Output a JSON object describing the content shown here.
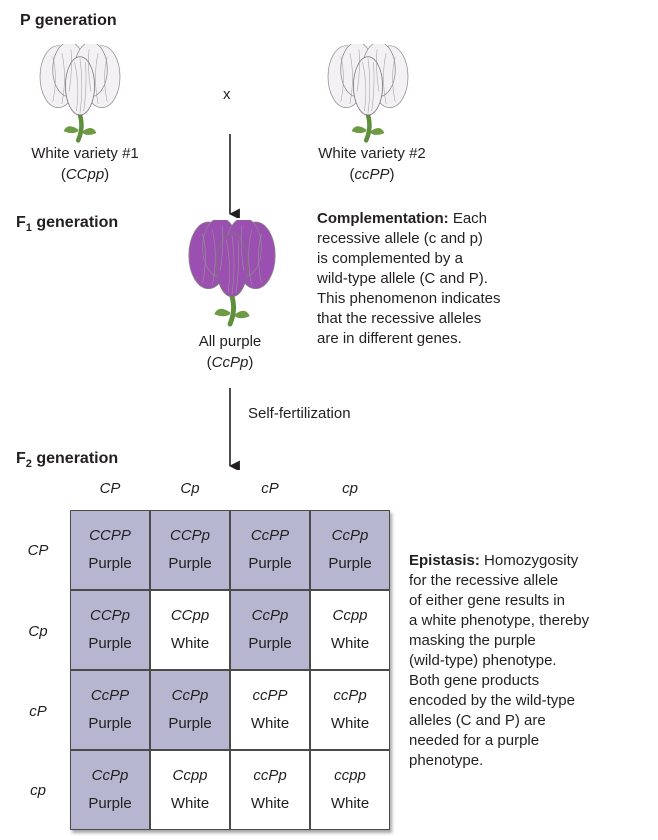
{
  "generations": {
    "p": {
      "label": "P generation"
    },
    "f1": {
      "prefix": "F",
      "sub": "1",
      "suffix": " generation"
    },
    "f2": {
      "prefix": "F",
      "sub": "2",
      "suffix": " generation"
    }
  },
  "cross_symbol": "x",
  "parents": [
    {
      "name": "White variety #1",
      "genotype": "CCpp"
    },
    {
      "name": "White variety #2",
      "genotype": "ccPP"
    }
  ],
  "f1_offspring": {
    "name": "All purple",
    "genotype": "CcPp"
  },
  "self_fertilization": "Self-fertilization",
  "complementation": {
    "title": "Complementation:",
    "lines": [
      " Each",
      "recessive allele (c and p)",
      "is complemented by a",
      "wild-type allele (C and P).",
      "This phenomenon indicates",
      "that the recessive alleles",
      "are in different genes."
    ]
  },
  "epistasis": {
    "title": "Epistasis:",
    "lines": [
      " Homozygosity",
      "for the recessive allele",
      "of either gene results in",
      "a white phenotype, thereby",
      "masking the purple",
      "(wild-type) phenotype.",
      "Both gene products",
      "encoded by the wild-type",
      "alleles (C and P) are",
      "needed for a purple",
      "phenotype."
    ]
  },
  "punnett": {
    "columns": [
      "CP",
      "Cp",
      "cP",
      "cp"
    ],
    "rows": [
      "CP",
      "Cp",
      "cP",
      "cp"
    ],
    "cells": [
      [
        {
          "g": "CCPP",
          "p": "Purple"
        },
        {
          "g": "CCPp",
          "p": "Purple"
        },
        {
          "g": "CcPP",
          "p": "Purple"
        },
        {
          "g": "CcPp",
          "p": "Purple"
        }
      ],
      [
        {
          "g": "CCPp",
          "p": "Purple"
        },
        {
          "g": "CCpp",
          "p": "White"
        },
        {
          "g": "CcPp",
          "p": "Purple"
        },
        {
          "g": "Ccpp",
          "p": "White"
        }
      ],
      [
        {
          "g": "CcPP",
          "p": "Purple"
        },
        {
          "g": "CcPp",
          "p": "Purple"
        },
        {
          "g": "ccPP",
          "p": "White"
        },
        {
          "g": "ccPp",
          "p": "White"
        }
      ],
      [
        {
          "g": "CcPp",
          "p": "Purple"
        },
        {
          "g": "Ccpp",
          "p": "White"
        },
        {
          "g": "ccPp",
          "p": "White"
        },
        {
          "g": "ccpp",
          "p": "White"
        }
      ]
    ]
  },
  "colors": {
    "purple_cell": "#b6b6d0",
    "purple_flower": "#9b4fb0",
    "white_flower": "#f4f1f4",
    "stem": "#5f8f3a"
  }
}
